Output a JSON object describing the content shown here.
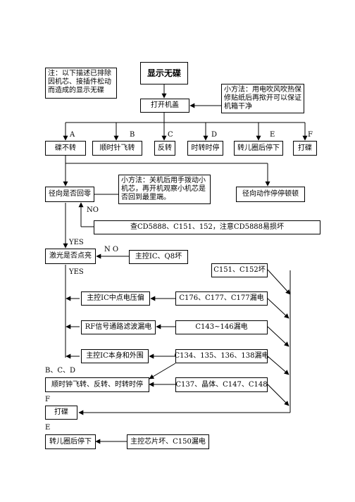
{
  "nodes": {
    "title": "显示无碟",
    "note_left": "注：以下描述已排除因机芯、接插件松动而造成的显示无碟",
    "note_right": "小方法：用电吹风吹热保修贴纸后再揿开可以保证机箱干净",
    "open_lid": "打开机盖",
    "no_spin": "碟不转",
    "cw_fly": "顺时针飞转",
    "reverse": "反转",
    "intermittent": "时转时停",
    "spin_stop": "转儿圈后停下",
    "skip": "打碟",
    "radial_zero": "径向是否回零",
    "tip_mid": "小方法：关机后用手拨动小机芯，再开机观察小机芯是否回到最里端。",
    "radial_stall": "径向动作停停顿顿",
    "check_cd5888": "查CD5888、C151、152，注意CD5888易损坏",
    "laser_on": "激光是否点亮",
    "main_ic_q8": "主控IC、Q8坏",
    "c151_c152": "C151、C152坏",
    "ic_mid_offset": "主控IC中点电压偏",
    "c176_c177": "C176、C177、C177漏电",
    "rf_filter": "RF信号通路滤波漏电",
    "c143_146": "C143~146漏电",
    "ic_periph": "主控IC本身和外围",
    "c134_138": "C134、135、136、138漏电",
    "bcd_combo": "顺时钟飞转、反转、时转时停",
    "c137_c148": "C137、晶体、C147、C148",
    "skip2": "打碟",
    "spin_stop2": "转儿圈后停下",
    "c150": "主控芯片坏、C150漏电"
  },
  "labels": {
    "a": "A",
    "b": "B",
    "c": "C",
    "d": "D",
    "e": "E",
    "f": "F",
    "no1": "NO",
    "yes1": "YES",
    "no2": "N O",
    "yes2": "YES",
    "bcd": "B、C、D",
    "f2": "F",
    "e2": "E"
  }
}
